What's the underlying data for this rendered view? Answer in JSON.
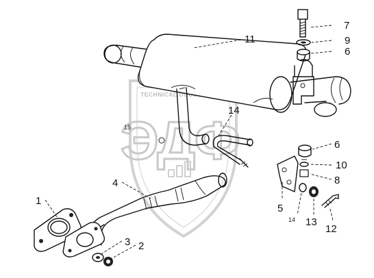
{
  "watermark": {
    "company": "TECHNICAL DOCUMENTATION",
    "letters": "ЭДФ"
  },
  "callouts": [
    {
      "id": "c1",
      "label": "1"
    },
    {
      "id": "c2",
      "label": "2"
    },
    {
      "id": "c3",
      "label": "3"
    },
    {
      "id": "c4",
      "label": "4"
    },
    {
      "id": "c5",
      "label": "5"
    },
    {
      "id": "c6a",
      "label": "6"
    },
    {
      "id": "c6b",
      "label": "6"
    },
    {
      "id": "c7",
      "label": "7"
    },
    {
      "id": "c8",
      "label": "8"
    },
    {
      "id": "c9",
      "label": "9"
    },
    {
      "id": "c10",
      "label": "10"
    },
    {
      "id": "c11",
      "label": "11"
    },
    {
      "id": "c12",
      "label": "12"
    },
    {
      "id": "c13",
      "label": "13"
    },
    {
      "id": "c14a",
      "label": "14"
    },
    {
      "id": "c14b",
      "label": "14"
    },
    {
      "id": "c15",
      "label": "15"
    }
  ]
}
